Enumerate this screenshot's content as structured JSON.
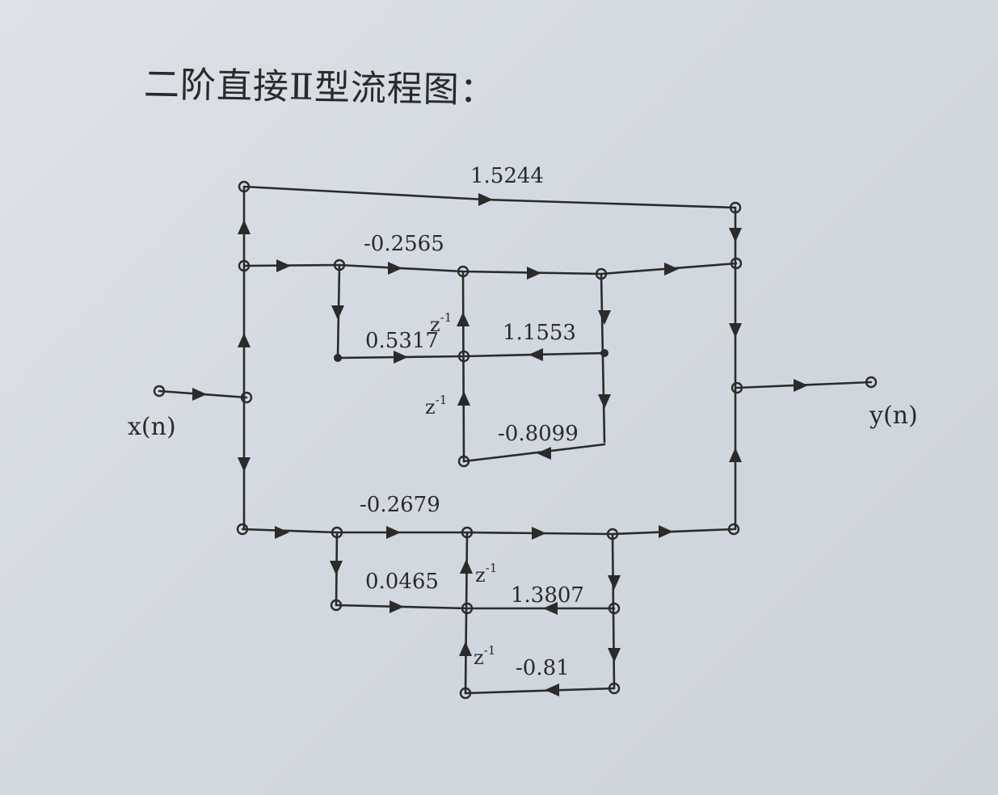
{
  "title": "二阶直接Ⅱ型流程图：",
  "io": {
    "input": "x(n)",
    "output": "y(n)"
  },
  "delay": {
    "base": "z",
    "exp": "-1"
  },
  "branches": {
    "top_gain": "1.5244",
    "upper": {
      "b0": "-0.2565",
      "b1": "0.5317",
      "a1": "1.1553",
      "a2": "-0.8099"
    },
    "lower": {
      "b0": "-0.2679",
      "b1": "0.0465",
      "a1": "1.3807",
      "a2": "-0.81"
    }
  },
  "colors": {
    "ink": "#2b2b2b",
    "paper": "#d6dce2"
  }
}
